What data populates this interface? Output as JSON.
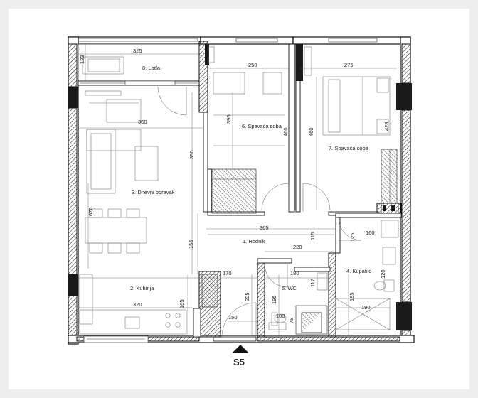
{
  "plan": {
    "rooms": {
      "loda": "8. Lođa",
      "bedroom1": "6. Spavaća soba",
      "bedroom2": "7. Spavaća soba",
      "living": "3. Dnevni boravak",
      "hall": "1. Hodnik",
      "kitchen": "2. Kuhinja",
      "wc": "5. WC",
      "bath": "4. Kupatilo"
    },
    "dimensions": {
      "d325": "325",
      "d123": "123",
      "d250": "250",
      "d275": "275",
      "d360": "360",
      "d395": "395",
      "d460a": "460",
      "d460b": "460",
      "d428": "428",
      "d350": "350",
      "d670": "670",
      "d365": "365",
      "d115": "115",
      "d125": "125",
      "d160": "160",
      "d155": "155",
      "d220": "220",
      "d170": "170",
      "d180": "180",
      "d117": "117",
      "d120": "120",
      "d320": "320",
      "d165": "165",
      "d205": "205",
      "d195a": "195",
      "d195b": "195",
      "d190": "190",
      "d150": "150",
      "d100": "100",
      "d78": "78"
    },
    "section_marker": "S5",
    "colors": {
      "background": "#ededed",
      "paper": "#ffffff",
      "wall": "#111111"
    }
  }
}
